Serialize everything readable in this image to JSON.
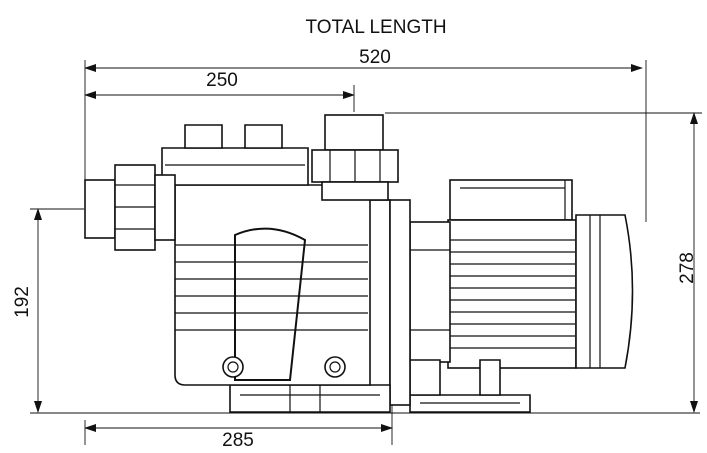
{
  "title": "TOTAL LENGTH",
  "dimensions": {
    "total_length": "520",
    "inlet_to_outlet": "250",
    "base_length": "285",
    "inlet_height": "192",
    "total_height": "278"
  }
}
